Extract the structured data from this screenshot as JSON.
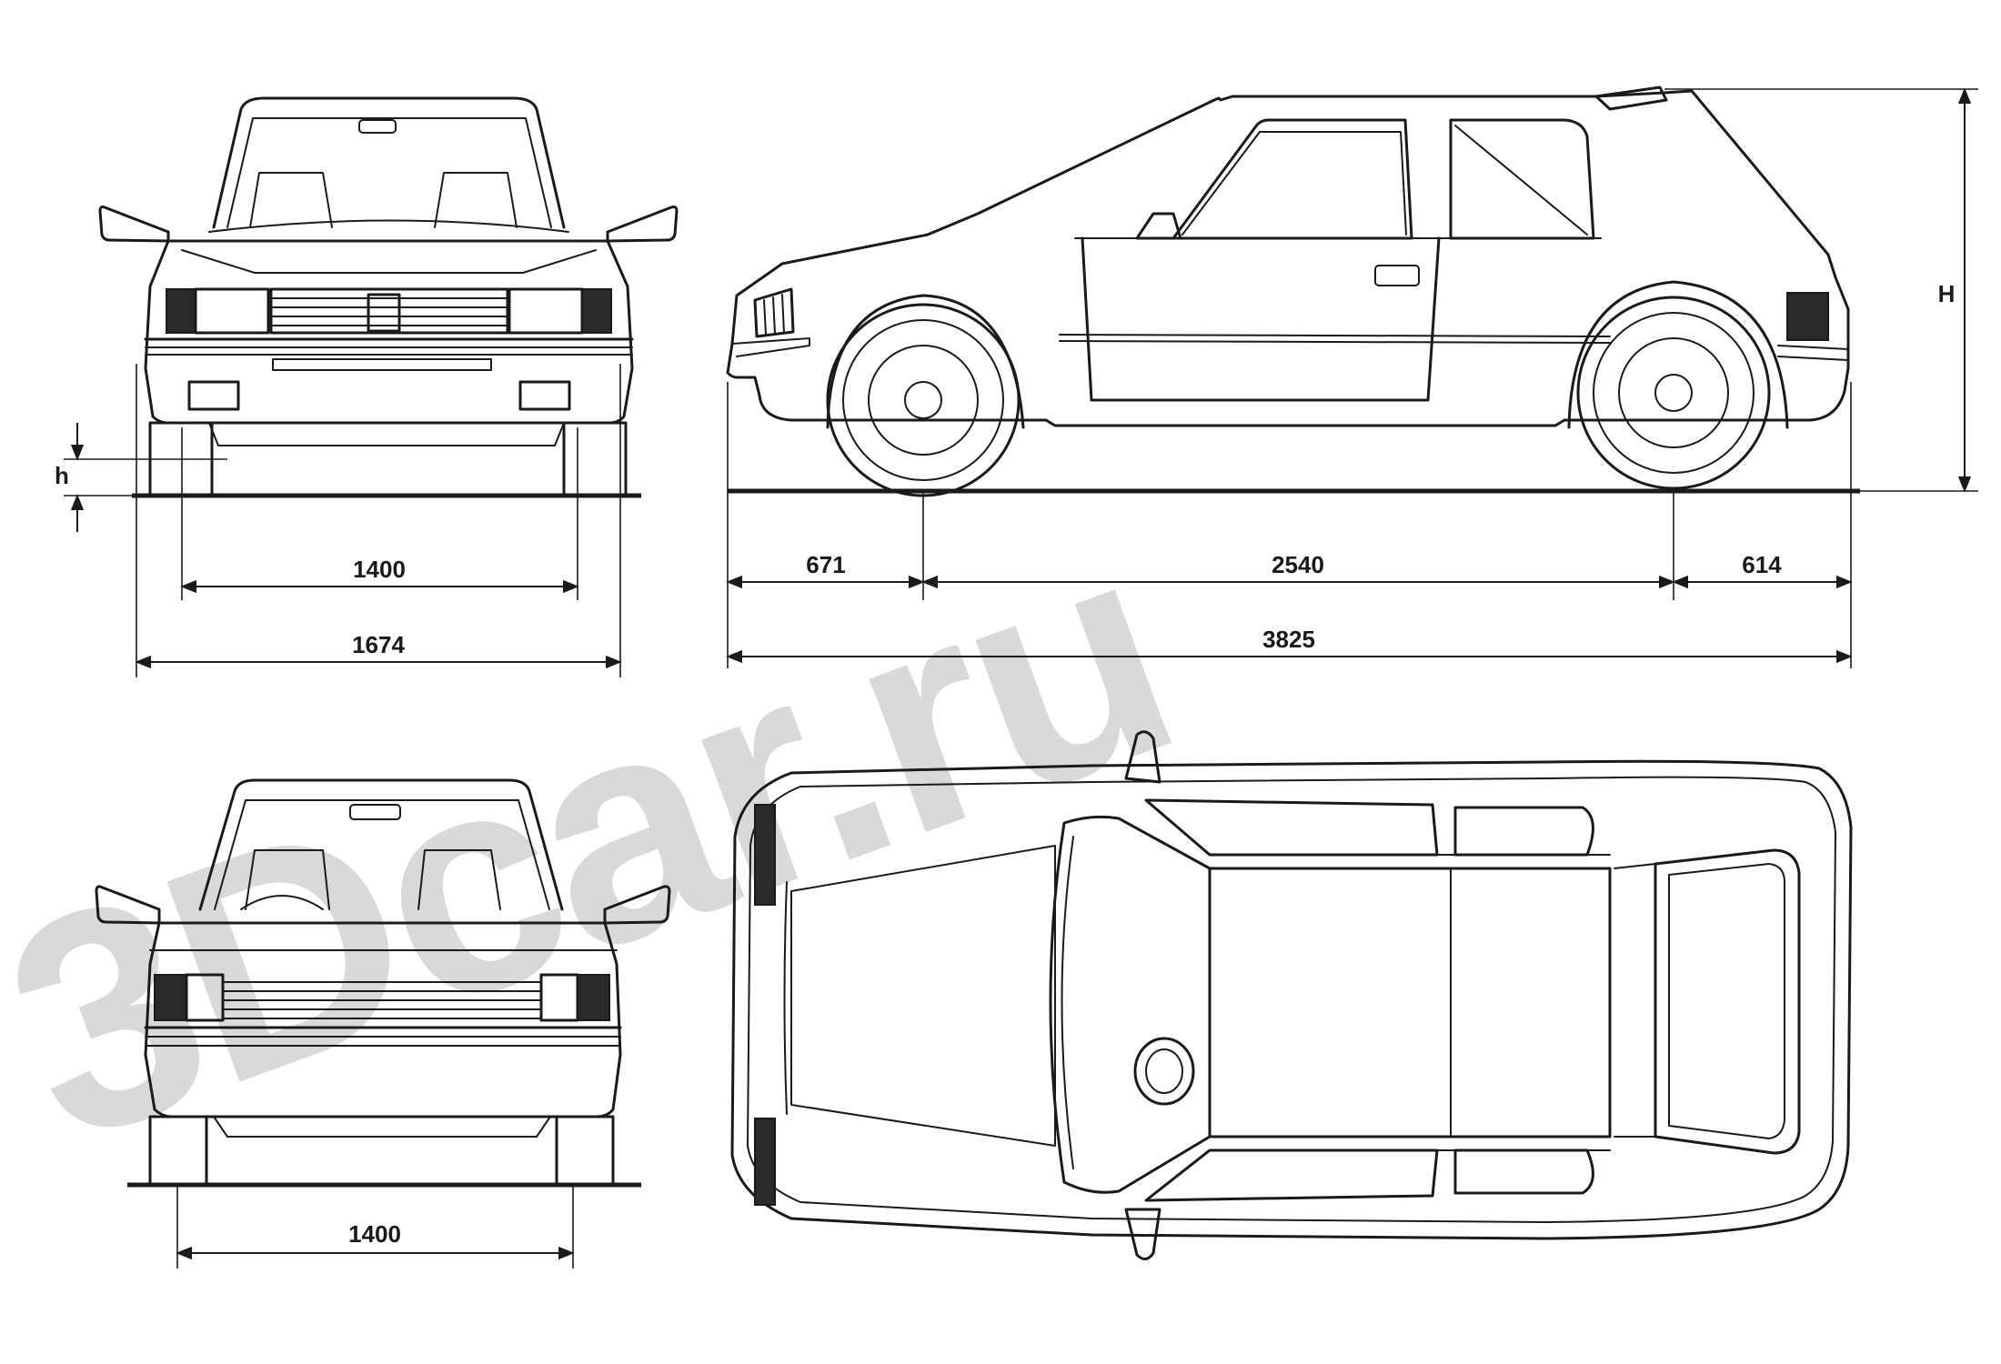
{
  "dimensions": {
    "front_track": "1400",
    "front_width": "1674",
    "front_overhang": "671",
    "wheelbase": "2540",
    "rear_overhang": "614",
    "overall_length": "3825",
    "rear_track": "1400",
    "height_label": "H",
    "ground_clearance_label": "h"
  },
  "watermark": {
    "text": "3Dcar.ru"
  },
  "colors": {
    "line": "#1a1a1a",
    "watermark": "#9a9a9a",
    "background": "#ffffff"
  }
}
